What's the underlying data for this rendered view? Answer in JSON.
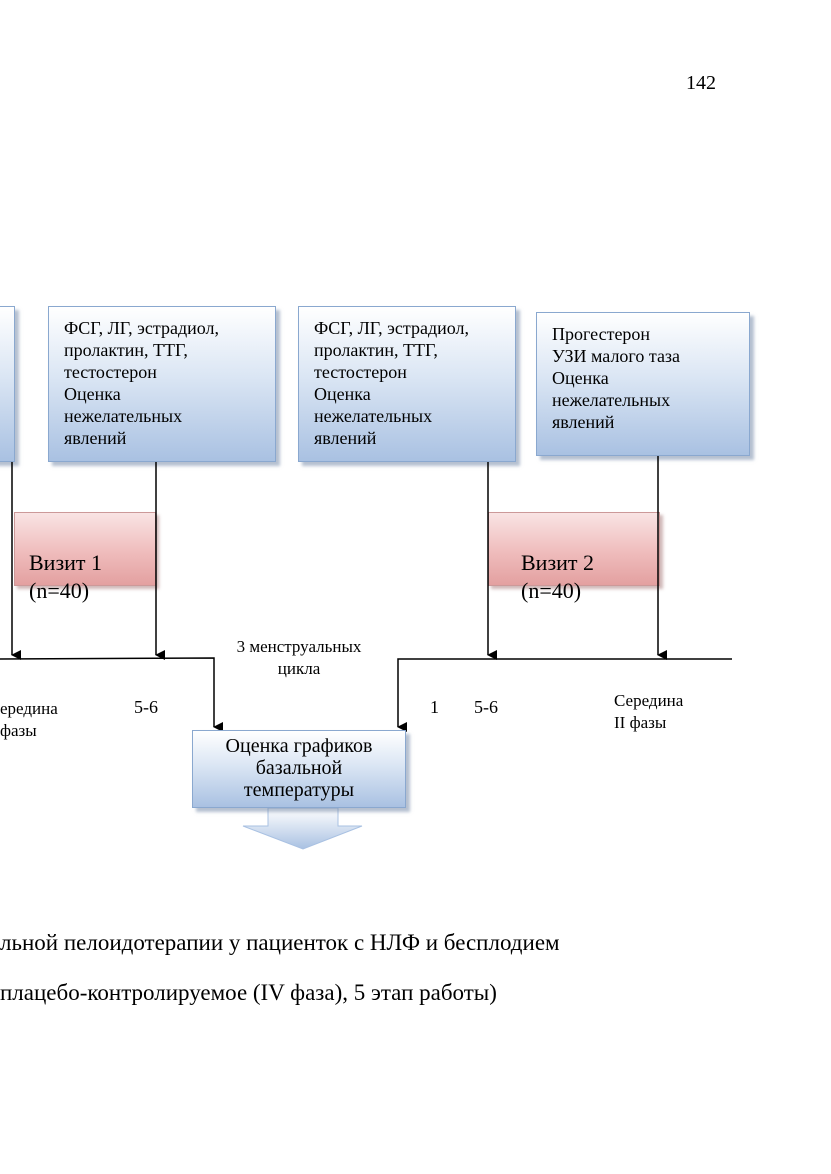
{
  "page_number": "142",
  "boxes": {
    "box1": "ФСГ, ЛГ,  эстрадиол,\nпролактин, ТТГ,\nтестостерон\nОценка\nнежелательных\nявлений",
    "box2": "ФСГ, ЛГ,  эстрадиол,\nпролактин, ТТГ,\nтестостерон\nОценка\nнежелательных\nявлений",
    "box3": "Прогестерон\nУЗИ малого таза\nОценка\nнежелательных\nявлений"
  },
  "visits": {
    "visit1": "Визит 1\n(n=40)",
    "visit2": "Визит 2\n (n=40)"
  },
  "timeline": {
    "cycles_label": "3 менструальных\nцикла",
    "left_mid_label": "ередина\n фазы",
    "left_day_label": "5-6",
    "right_day1_label": "1",
    "right_day2_label": "5-6",
    "right_mid_label": "Середина\nII фазы"
  },
  "result_box": "Оценка графиков\nбазальной\nтемпературы",
  "caption": {
    "line1": "льной пелоидотерапии у пациенток с НЛФ и бесплодием",
    "line2": "плацебо-контролируемое (IV фаза), 5 этап работы)"
  },
  "colors": {
    "box_blue": "#a9c1e2",
    "visit_red": "#e3a0a0",
    "line": "#000000"
  }
}
